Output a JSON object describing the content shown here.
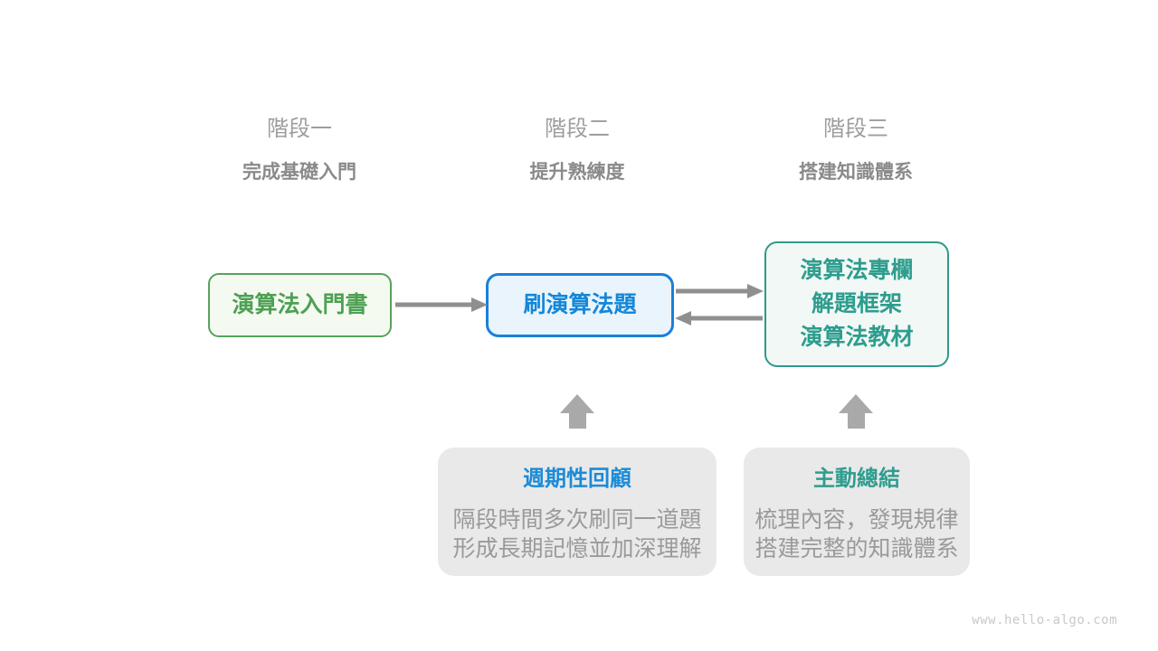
{
  "stages": [
    {
      "label": "階段一",
      "subtitle": "完成基礎入門"
    },
    {
      "label": "階段二",
      "subtitle": "提升熟練度"
    },
    {
      "label": "階段三",
      "subtitle": "搭建知識體系"
    }
  ],
  "nodes": {
    "intro_book": {
      "lines": [
        "演算法入門書"
      ]
    },
    "drill": {
      "lines": [
        "刷演算法題"
      ]
    },
    "build": {
      "lines": [
        "演算法專欄",
        "解題框架",
        "演算法教材"
      ]
    }
  },
  "callouts": {
    "review": {
      "title": "週期性回顧",
      "lines": [
        "隔段時間多次刷同一道題",
        "形成長期記憶並加深理解"
      ]
    },
    "summarize": {
      "title": "主動總結",
      "lines": [
        "梳理內容，發現規律",
        "搭建完整的知識體系"
      ]
    }
  },
  "watermark": "www.hello-algo.com",
  "colors": {
    "background": "#ffffff",
    "stage_label": "#9d9d9d",
    "stage_subtitle": "#8a8a8a",
    "green_border": "#57a25c",
    "green_text": "#4da053",
    "green_bg": "#f5faf1",
    "blue_border": "#1a80d8",
    "blue_text": "#1487d8",
    "blue_bg": "#eaf4fc",
    "teal_border": "#2e9a8c",
    "teal_text": "#2e9d8e",
    "teal_bg": "#f1f8f5",
    "callout_bg": "#e9e9e9",
    "callout_title_blue": "#1b8bd8",
    "callout_title_teal": "#2e9d8e",
    "callout_body": "#9a9a9a",
    "arrow": "#8f8f8f",
    "block_arrow": "#a9a9a9",
    "watermark": "#c9c9c9"
  }
}
